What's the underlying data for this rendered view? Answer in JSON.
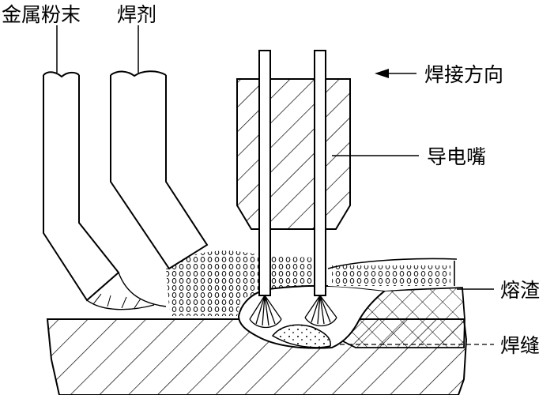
{
  "labels": {
    "metal_powder": "金属粉末",
    "flux": "焊剂",
    "welding_direction": "焊接方向",
    "contact_tip": "导电嘴",
    "slag": "熔渣",
    "weld_seam": "焊缝"
  },
  "colors": {
    "ink": "#000000",
    "paper": "#ffffff"
  }
}
